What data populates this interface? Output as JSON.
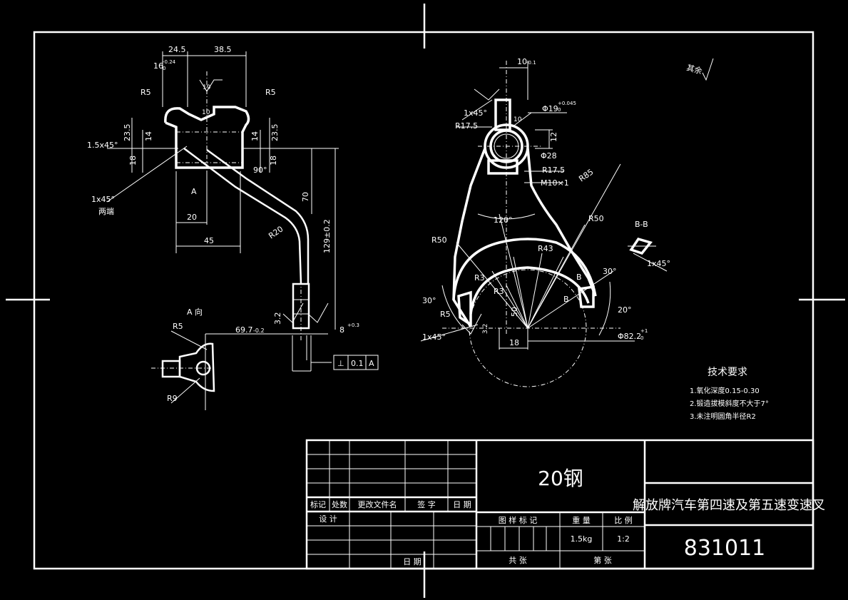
{
  "dims": {
    "d_24_5": "24.5",
    "d_38_5": "38.5",
    "d_16": "16",
    "d_16_tol": "-0.24",
    "d_16_tol2": "0",
    "r5_left": "R5",
    "r5_right": "R5",
    "d_19": "19",
    "d_10": "10",
    "d_23_5_left": "23.5",
    "d_14_left": "14",
    "d_23_5_right": "23.5",
    "d_14_right": "14",
    "d_18_left": "18",
    "d_18_right": "18",
    "d_90deg": "90°",
    "chamfer_top": "1.5x45°",
    "chamfer_side": "1x45°",
    "both_ends": "两端",
    "label_a": "A",
    "d_20": "20",
    "d_45": "45",
    "d_70": "70",
    "d_r20": "R20",
    "d_129": "129±0.2",
    "d_3_2": "3.2",
    "d_8": "8",
    "d_8_tol": "+0.3",
    "a_view": "A 向",
    "r5_av": "R5",
    "d_69_7": "69.7",
    "d_69_7_tol": "-0.2",
    "r9": "R9",
    "gdt_sym": "⊥",
    "gdt_val": "0.1",
    "gdt_ref": "A",
    "d_10_top": "10",
    "d_10_top_tol": "-0.1",
    "chamfer_right": "1x45°",
    "d_10_r": "10",
    "r17_5_a": "R17.5",
    "phi19": "Φ19",
    "phi19_tol": "+0.045",
    "phi19_tol2": "0",
    "d_12": "12",
    "phi28": "Φ28",
    "r17_5_b": "R17.5",
    "m10": "M10×1",
    "r85": "R85",
    "ang_120": "120°",
    "r50_left": "R50",
    "r50_right": "R50",
    "r43": "R43",
    "r3_a": "R3",
    "r3_b": "R3",
    "ang_30_left": "30°",
    "ang_30_right": "30°",
    "ang_20": "20°",
    "r5_right_view": "R5",
    "d_50": "50",
    "d_18_bottom": "18",
    "label_b1": "B",
    "label_b2": "B",
    "d_3_2_b": "3.2",
    "chamfer_bottom": "1x45°",
    "phi82_2": "Φ82.2",
    "phi82_2_tol": "+1",
    "phi82_2_tol2": "0",
    "bb": "B-B",
    "chamfer_bb": "1x45°",
    "rest": "其余"
  },
  "tech": {
    "title": "技术要求",
    "items": [
      "1.氧化深度0.15-0.30",
      "2.锻造拔模斜度不大于7°",
      "3.未注明圆角半径R2"
    ]
  },
  "title_block": {
    "material": "20钢",
    "part_name": "解放牌汽车第四速及第五速变速叉",
    "drawing_no": "831011",
    "h_mark": "标记",
    "h_count": "处数",
    "h_doc": "更改文件名",
    "h_sign": "签 字",
    "h_date": "日 期",
    "h_design": "设 计",
    "h_date2": "日 期",
    "h_pattern": "图 样 标 记",
    "h_weight": "重 量",
    "h_scale": "比 例",
    "weight": "1.5kg",
    "scale": "1:2",
    "h_total": "共    张",
    "h_sheet": "第    张"
  }
}
